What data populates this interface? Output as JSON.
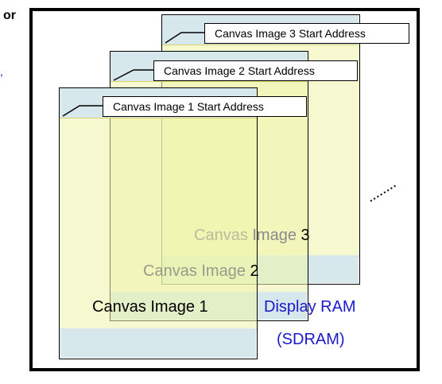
{
  "left_fragments": {
    "top": "or",
    "mid": ","
  },
  "labels": {
    "canvas3_start": "Canvas Image 3 Start Address",
    "canvas2_start": "Canvas Image 2 Start Address",
    "canvas1_start": "Canvas Image 1 Start Address"
  },
  "canvas_names": {
    "c3_faded": "Canvas ",
    "c3_mid": "Image ",
    "c3_end": "3",
    "c2_faded": "Canvas Imag",
    "c2_mid": "e ",
    "c2_end": "2",
    "c1": "Canvas Image 1"
  },
  "ram": {
    "line1": "Display RAM",
    "line2": "(SDRAM)"
  },
  "colors": {
    "strip": "#d6e8ec",
    "canvas_fill": "#eef4aa",
    "ram_text": "#1a1acd"
  }
}
